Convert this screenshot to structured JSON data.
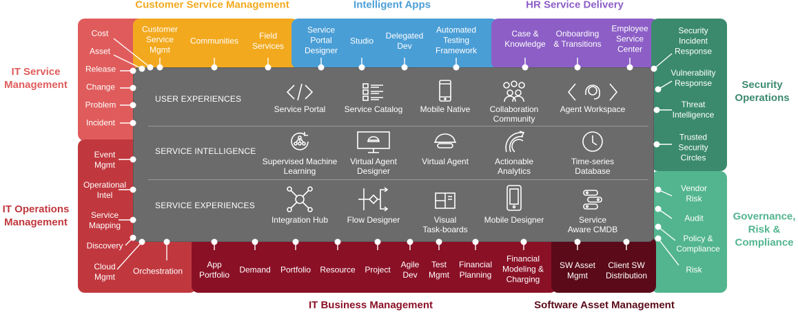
{
  "regions": {
    "customer_service": {
      "title": "Customer Service Management",
      "color": "#f2a91e",
      "items": [
        "Customer\nService\nMgmt",
        "Communities",
        "Field\nServices"
      ]
    },
    "intelligent_apps": {
      "title": "Intelligent Apps",
      "color": "#4a9ed6",
      "items": [
        "Service\nPortal\nDesigner",
        "Studio",
        "Delegated\nDev",
        "Automated\nTesting\nFramework"
      ]
    },
    "hr_service": {
      "title": "HR Service Delivery",
      "color": "#8c5ec6",
      "items": [
        "Case &\nKnowledge",
        "Onboarding\n& Transitions",
        "Employee\nService\nCenter"
      ]
    },
    "security_ops": {
      "title": "Security\nOperations",
      "color": "#3b8a6e",
      "items": [
        "Security\nIncident\nResponse",
        "Vulnerability\nResponse",
        "Threat\nIntelligence",
        "Trusted\nSecurity\nCircles"
      ]
    },
    "grc": {
      "title": "Governance,\nRisk &\nCompliance",
      "color": "#52b58f",
      "items": [
        "Vendor\nRisk",
        "Audit",
        "Policy &\nCompliance",
        "Risk"
      ]
    },
    "itsm": {
      "title": "IT Service\nManagement",
      "color": "#e05c5c",
      "items": [
        "Cost",
        "Asset",
        "Release",
        "Change",
        "Problem",
        "Incident"
      ]
    },
    "itom": {
      "title": "IT Operations\nManagement",
      "color": "#c0383e",
      "items": [
        "Event\nMgmt",
        "Operational\nIntel",
        "Service\nMapping",
        "Discovery",
        "Cloud\nMgmt",
        "Orchestration"
      ]
    },
    "itbm": {
      "title": "IT Business Management",
      "color": "#8a1026",
      "items": [
        "App\nPortfolio",
        "Demand",
        "Portfolio",
        "Resource",
        "Project",
        "Agile\nDev",
        "Test\nMgmt",
        "Financial\nPlanning",
        "Financial\nModeling &\nCharging"
      ]
    },
    "sam": {
      "title": "Software Asset Management",
      "color": "#5a0a18",
      "items": [
        "SW Asset\nMgmt",
        "Client SW\nDistribution"
      ]
    }
  },
  "platform": {
    "rows": [
      {
        "label": "USER EXPERIENCES",
        "items": [
          {
            "icon": "service-portal-icon",
            "label": "Service Portal"
          },
          {
            "icon": "service-catalog-icon",
            "label": "Service Catalog"
          },
          {
            "icon": "mobile-native-icon",
            "label": "Mobile Native"
          },
          {
            "icon": "collaboration-community-icon",
            "label": "Collaboration\nCommunity"
          },
          {
            "icon": "agent-workspace-icon",
            "label": "Agent Workspace"
          }
        ]
      },
      {
        "label": "SERVICE INTELLIGENCE",
        "items": [
          {
            "icon": "supervised-learning-icon",
            "label": "Supervised Machine\nLearning"
          },
          {
            "icon": "virtual-agent-designer-icon",
            "label": "Virtual Agent\nDesigner"
          },
          {
            "icon": "virtual-agent-icon",
            "label": "Virtual Agent"
          },
          {
            "icon": "actionable-analytics-icon",
            "label": "Actionable\nAnalytics"
          },
          {
            "icon": "time-series-database-icon",
            "label": "Time-series\nDatabase"
          }
        ]
      },
      {
        "label": "SERVICE EXPERIENCES",
        "items": [
          {
            "icon": "integration-hub-icon",
            "label": "Integration Hub"
          },
          {
            "icon": "flow-designer-icon",
            "label": "Flow Designer"
          },
          {
            "icon": "visual-task-boards-icon",
            "label": "Visual\nTask-boards"
          },
          {
            "icon": "mobile-designer-icon",
            "label": "Mobile Designer"
          },
          {
            "icon": "service-aware-cmdb-icon",
            "label": "Service\nAware CMDB"
          }
        ]
      }
    ]
  }
}
